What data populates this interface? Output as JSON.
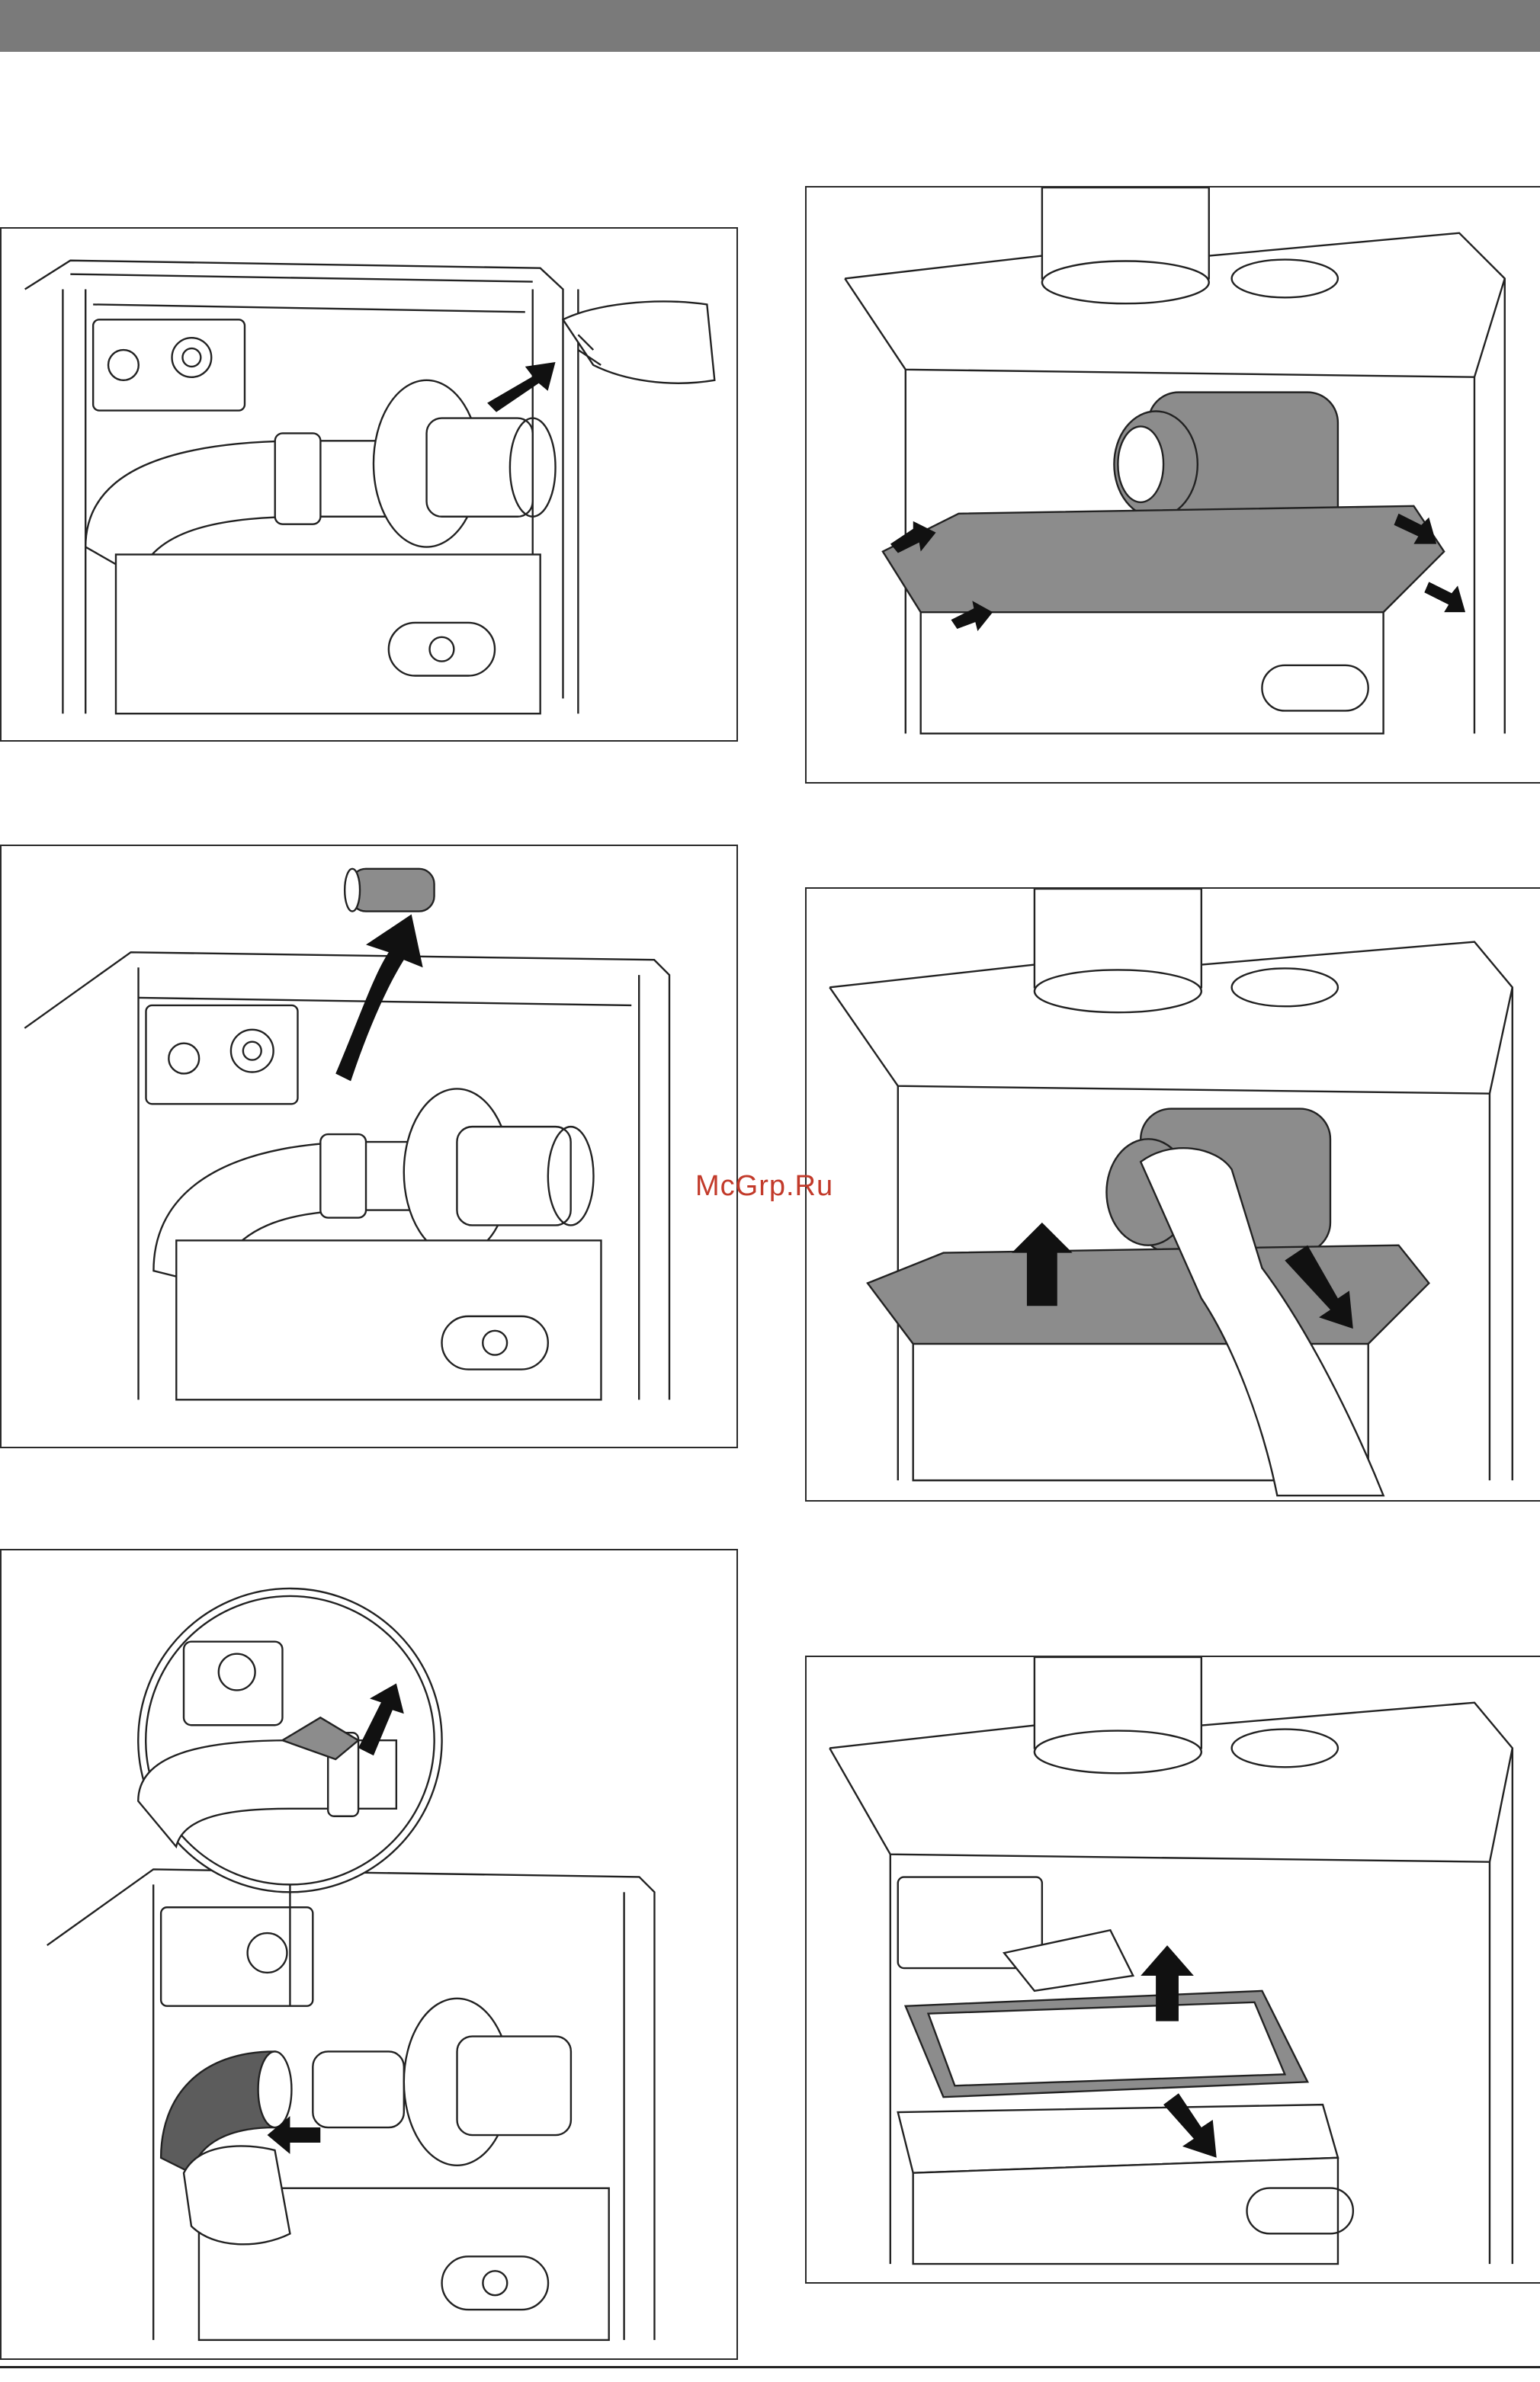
{
  "header": {
    "title": ""
  },
  "watermark": {
    "text": "McGrp.Ru"
  },
  "figures": [
    {
      "id": "fig-left-1",
      "step": "disconnect-fan-plug"
    },
    {
      "id": "fig-left-2",
      "step": "remove-air-pipe"
    },
    {
      "id": "fig-left-3",
      "step": "disconnect-air-intake-hose"
    },
    {
      "id": "fig-right-1",
      "step": "release-clips"
    },
    {
      "id": "fig-right-2",
      "step": "lift-fan-unit"
    },
    {
      "id": "fig-right-3",
      "step": "remove-burner-gasket"
    }
  ],
  "colors": {
    "header_bar": "#7a7a7a",
    "component_fill": "#8c8c8c",
    "watermark": "#c23a2a"
  }
}
